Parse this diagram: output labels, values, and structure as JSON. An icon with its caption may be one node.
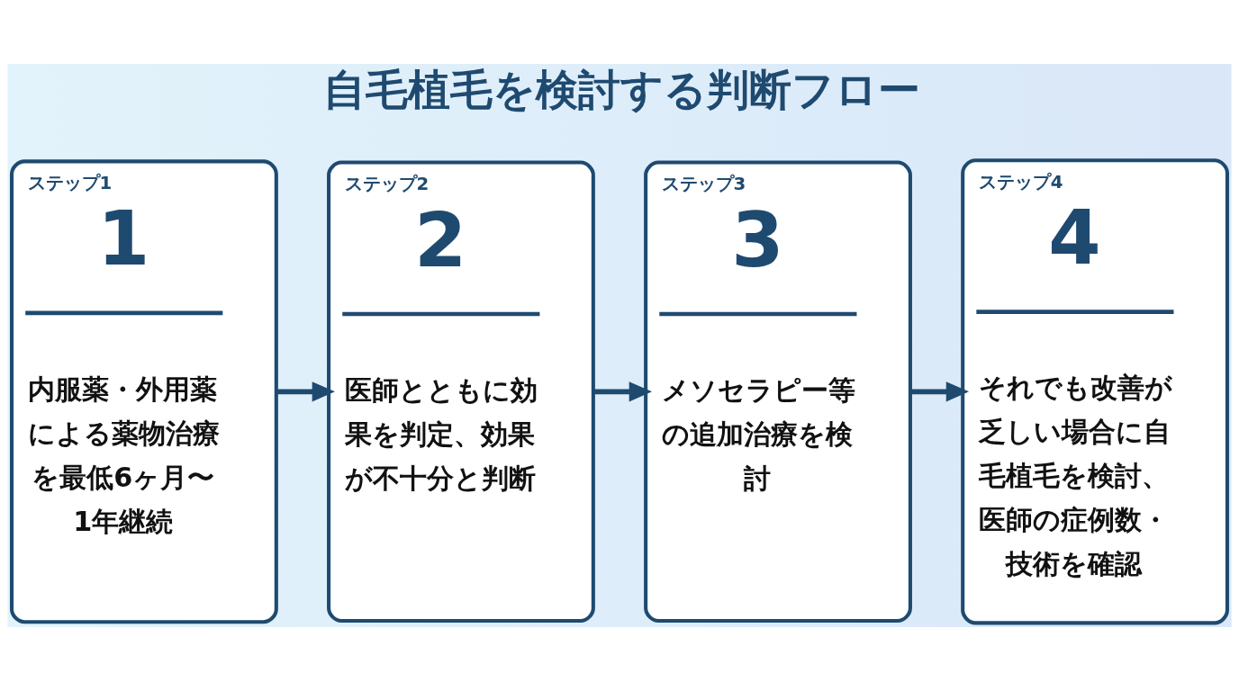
{
  "diagram": {
    "title": "自毛植毛を検討する判断フロー",
    "nodes": [
      {
        "text": [
          "ステップ1",
          "1",
          "内服薬・外用薬による薬物治療を最低6ヶ月〜1年継続"
        ]
      },
      {
        "text": [
          "ステップ2",
          "2",
          "医師とともに効果を判定、効果が不十分と判断"
        ]
      },
      {
        "text": [
          "ステップ3",
          "3",
          "メソセラピー等の追加治療を検討"
        ]
      },
      {
        "text": [
          "ステップ4",
          "4",
          "それでも改善が乏しい場合に自毛植毛を検討、医師の症例数・技術を確認"
        ]
      }
    ],
    "edges": [
      {
        "from": 0,
        "to": 1,
        "arrow": "to"
      },
      {
        "from": 1,
        "to": 2,
        "arrow": "to"
      },
      {
        "from": 2,
        "to": 3,
        "arrow": "to"
      }
    ]
  }
}
